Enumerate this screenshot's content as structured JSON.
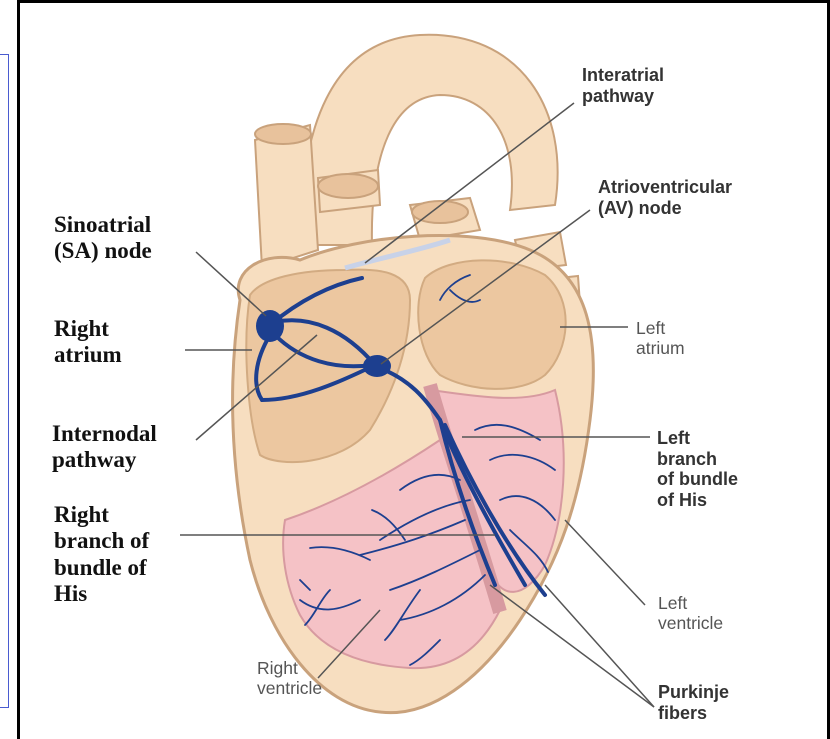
{
  "colors": {
    "heart_tissue": "#f7dec0",
    "heart_outline": "#c9a27c",
    "atrium_fill": "#ecc7a0",
    "ventricle_fill": "#f5c2c6",
    "conduction": "#1d3f8f",
    "pointer_line": "#555555",
    "border": "#000000"
  },
  "labels": {
    "interatrial": [
      "Interatrial",
      "pathway"
    ],
    "av_node": [
      "Atrioventricular",
      "(AV) node"
    ],
    "sa_node": [
      "Sinoatrial",
      "(SA) node"
    ],
    "right_atrium": [
      "Right",
      "atrium"
    ],
    "left_atrium": [
      "Left",
      "atrium"
    ],
    "internodal": [
      "Internodal",
      "pathway"
    ],
    "left_branch": [
      "Left",
      "branch",
      "of bundle",
      "of His"
    ],
    "right_branch": [
      "Right",
      "branch of",
      "bundle of",
      "His"
    ],
    "left_ventricle": [
      "Left",
      "ventricle"
    ],
    "right_ventricle": [
      "Right",
      "ventricle"
    ],
    "purkinje": [
      "Purkinje",
      "fibers"
    ]
  }
}
